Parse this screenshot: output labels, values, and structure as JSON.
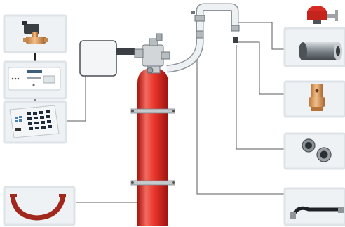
{
  "diagram": {
    "palette": {
      "cylinder": "#e8352c",
      "cylinder_shade": "#b81d18",
      "cylinder_highlight": "#f77a6f",
      "pipe": "#dfe3e6",
      "pipe_stroke": "#8d949a",
      "panel_frame": "#e6ebee",
      "panel_fill": "#f7f9fa",
      "connector_line": "#5b5b5b",
      "strap_metal": "#9aa0a5"
    },
    "left_components": [
      {
        "id": "solenoid-valve",
        "icon": "solenoid-valve-icon"
      },
      {
        "id": "alarm-panel",
        "icon": "alarm-panel-icon"
      },
      {
        "id": "keypad-controller",
        "icon": "keypad-icon"
      },
      {
        "id": "mounting-strap",
        "icon": "strap-icon"
      }
    ],
    "right_components": [
      {
        "id": "red-actuator-and-pipe-nipple",
        "icon": "actuator-coupling-icon"
      },
      {
        "id": "brass-nozzle",
        "icon": "brass-nozzle-icon"
      },
      {
        "id": "union-fittings",
        "icon": "union-fittings-icon"
      },
      {
        "id": "flexible-hose",
        "icon": "flexible-hose-icon"
      }
    ],
    "central_assembly": {
      "cylinder": "red-extinguisher-cylinder",
      "control_box": "control-box",
      "valve": "cylinder-valve",
      "pipe": "discharge-pipe"
    }
  }
}
